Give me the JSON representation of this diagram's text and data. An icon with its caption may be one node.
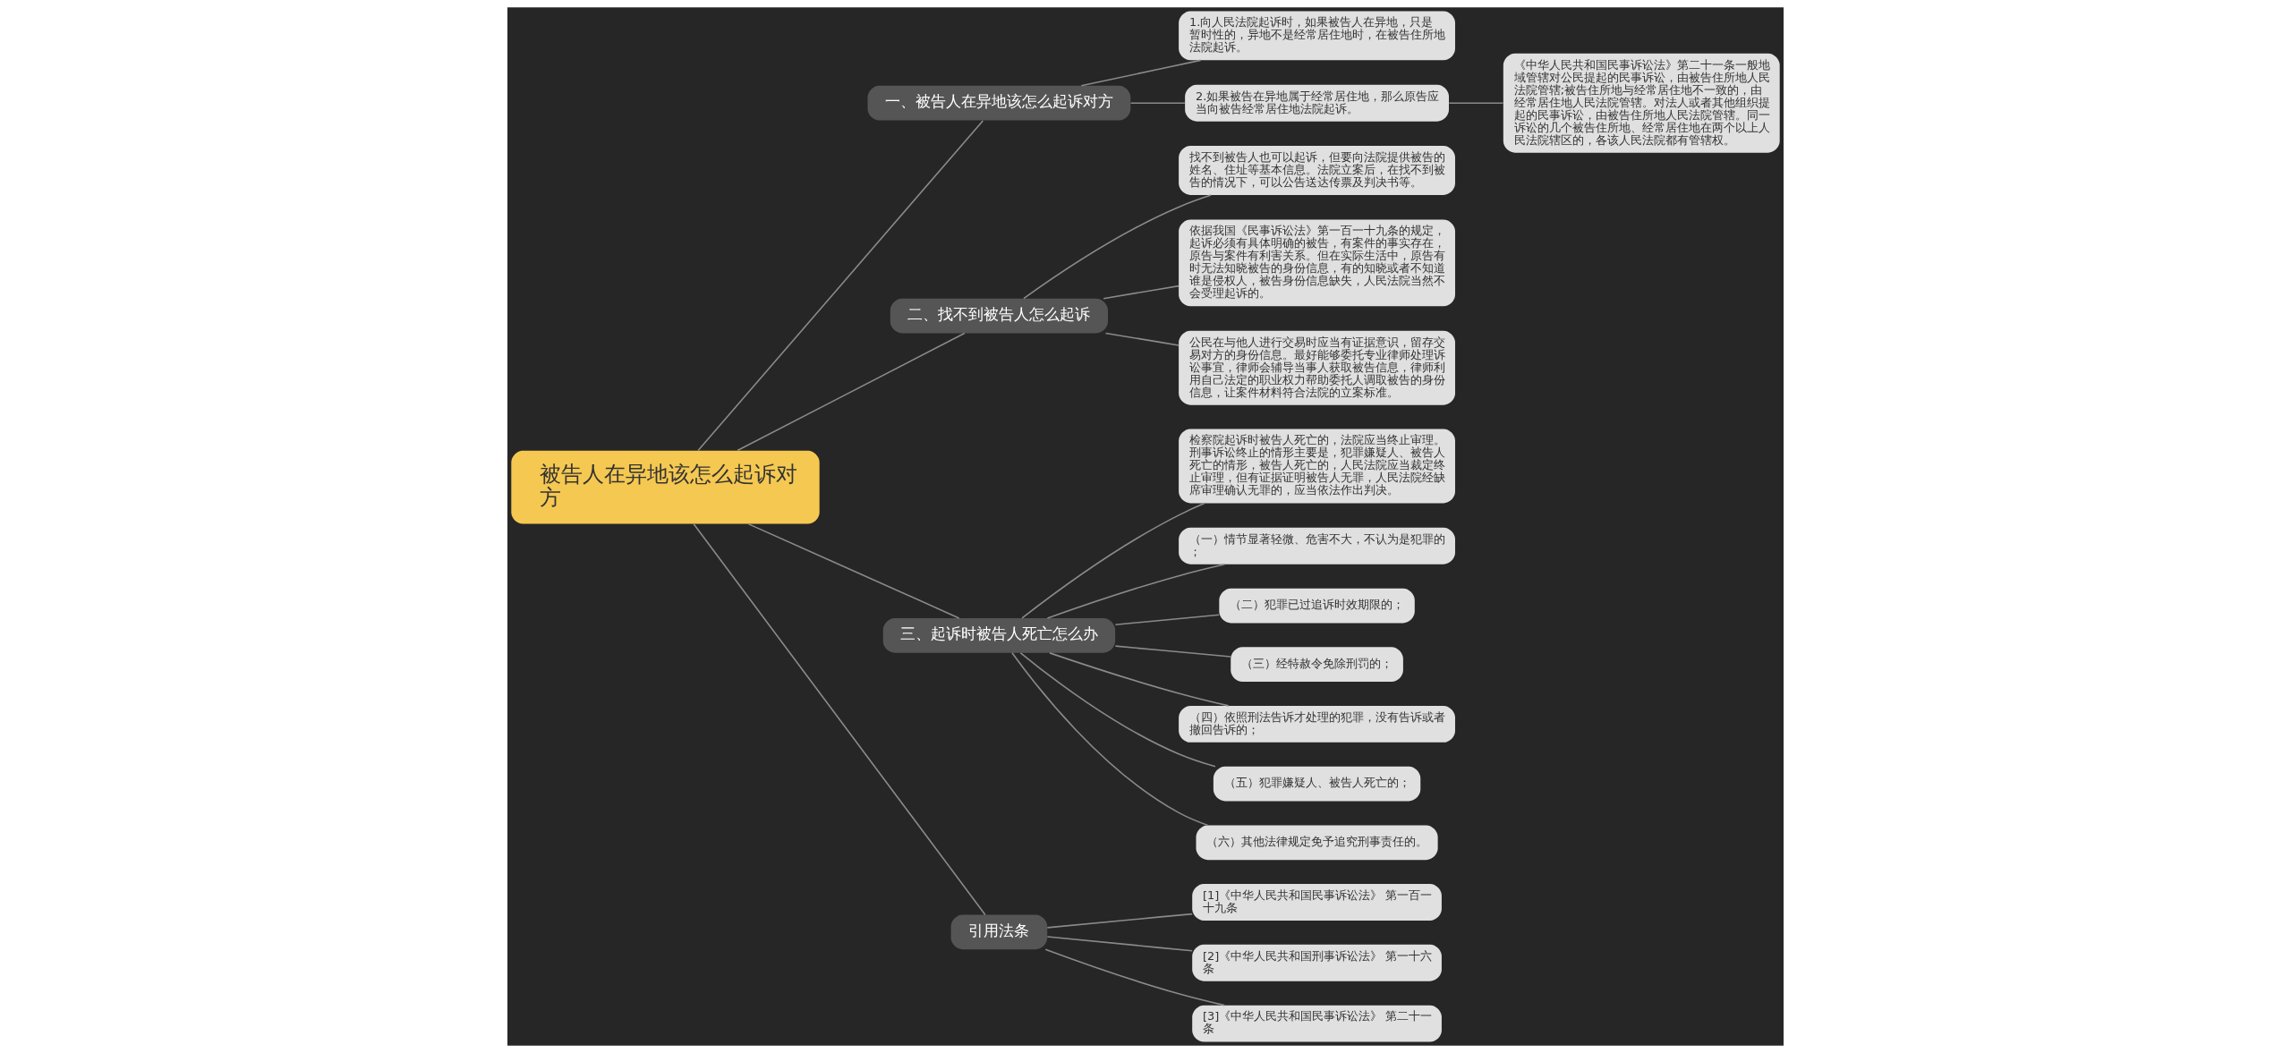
{
  "diagram": {
    "nodes": [
      {
        "text": [
          "被告人在异地该怎么起诉对方"
        ]
      },
      {
        "text": [
          "一、被告人在异地该怎么起诉对方"
        ]
      },
      {
        "text": [
          "1.向人民法院起诉时，如果被告人在异地，只是暂时性的，异地不是经常居住地时，在被告住所地法院起诉。"
        ]
      },
      {
        "text": [
          "2.如果被告在异地属于经常居住地，那么原告应当向被告经常居住地法院起诉。"
        ]
      },
      {
        "text": [
          "《中华人民共和国民事诉讼法》第二十一条一般地域管辖对公民提起的民事诉讼，由被告住所地人民法院管辖;被告住所地与经常居住地不一致的，由经常居住地人民法院管辖。对法人或者其他组织提起的民事诉讼，由被告住所地人民法院管辖。同一诉讼的几个被告住所地、经常居住地在两个以上人民法院辖区的，各该人民法院都有管辖权。"
        ]
      },
      {
        "text": [
          "二、找不到被告人怎么起诉"
        ]
      },
      {
        "text": [
          "找不到被告人也可以起诉，但要向法院提供被告的姓名、住址等基本信息。法院立案后，在找不到被告的情况下，可以公告送达传票及判决书等。"
        ]
      },
      {
        "text": [
          "依据我国《民事诉讼法》第一百一十九条的规定，起诉必须有具体明确的被告，有案件的事实存在，原告与案件有利害关系。但在实际生活中，原告有时无法知晓被告的身份信息，有的知晓或者不知道谁是侵权人，被告身份信息缺失，人民法院当然不会受理起诉的。"
        ]
      },
      {
        "text": [
          "公民在与他人进行交易时应当有证据意识，留存交易对方的身份信息。最好能够委托专业律师处理诉讼事宜，律师会辅导当事人获取被告信息，律师利用自己法定的职业权力帮助委托人调取被告的身份信息，让案件材料符合法院的立案标准。"
        ]
      },
      {
        "text": [
          "三、起诉时被告人死亡怎么办"
        ]
      },
      {
        "text": [
          "检察院起诉时被告人死亡的，法院应当终止审理。刑事诉讼终止的情形主要是，犯罪嫌疑人、被告人死亡的情形，被告人死亡的，人民法院应当裁定终止审理，但有证据证明被告人无罪，人民法院经缺席审理确认无罪的，应当依法作出判决。"
        ]
      },
      {
        "text": [
          "（一）情节显著轻微、危害不大，不认为是犯罪的；"
        ]
      },
      {
        "text": [
          "（二）犯罪已过追诉时效期限的；"
        ]
      },
      {
        "text": [
          "（三）经特赦令免除刑罚的；"
        ]
      },
      {
        "text": [
          "（四）依照刑法告诉才处理的犯罪，没有告诉或者撤回告诉的；"
        ]
      },
      {
        "text": [
          "（五）犯罪嫌疑人、被告人死亡的；"
        ]
      },
      {
        "text": [
          "（六）其他法律规定免予追究刑事责任的。"
        ]
      },
      {
        "text": [
          "引用法条"
        ]
      },
      {
        "text": [
          "[1]《中华人民共和国民事诉讼法》 第一百一十九条"
        ]
      },
      {
        "text": [
          "[2]《中华人民共和国刑事诉讼法》 第一十六条"
        ]
      },
      {
        "text": [
          "[3]《中华人民共和国民事诉讼法》 第二十一条"
        ]
      }
    ],
    "edges": [
      {
        "from": 0,
        "to": 1,
        "arrow": "none"
      },
      {
        "from": 1,
        "to": 2,
        "arrow": "none"
      },
      {
        "from": 1,
        "to": 3,
        "arrow": "none"
      },
      {
        "from": 3,
        "to": 4,
        "arrow": "none"
      },
      {
        "from": 0,
        "to": 5,
        "arrow": "none"
      },
      {
        "from": 5,
        "to": 6,
        "arrow": "none"
      },
      {
        "from": 5,
        "to": 7,
        "arrow": "none"
      },
      {
        "from": 5,
        "to": 8,
        "arrow": "none"
      },
      {
        "from": 0,
        "to": 9,
        "arrow": "none"
      },
      {
        "from": 9,
        "to": 10,
        "arrow": "none"
      },
      {
        "from": 9,
        "to": 11,
        "arrow": "none"
      },
      {
        "from": 9,
        "to": 12,
        "arrow": "none"
      },
      {
        "from": 9,
        "to": 13,
        "arrow": "none"
      },
      {
        "from": 9,
        "to": 14,
        "arrow": "none"
      },
      {
        "from": 9,
        "to": 15,
        "arrow": "none"
      },
      {
        "from": 9,
        "to": 16,
        "arrow": "none"
      },
      {
        "from": 0,
        "to": 17,
        "arrow": "none"
      },
      {
        "from": 17,
        "to": 18,
        "arrow": "none"
      },
      {
        "from": 17,
        "to": 19,
        "arrow": "none"
      },
      {
        "from": 17,
        "to": 20,
        "arrow": "none"
      }
    ]
  }
}
